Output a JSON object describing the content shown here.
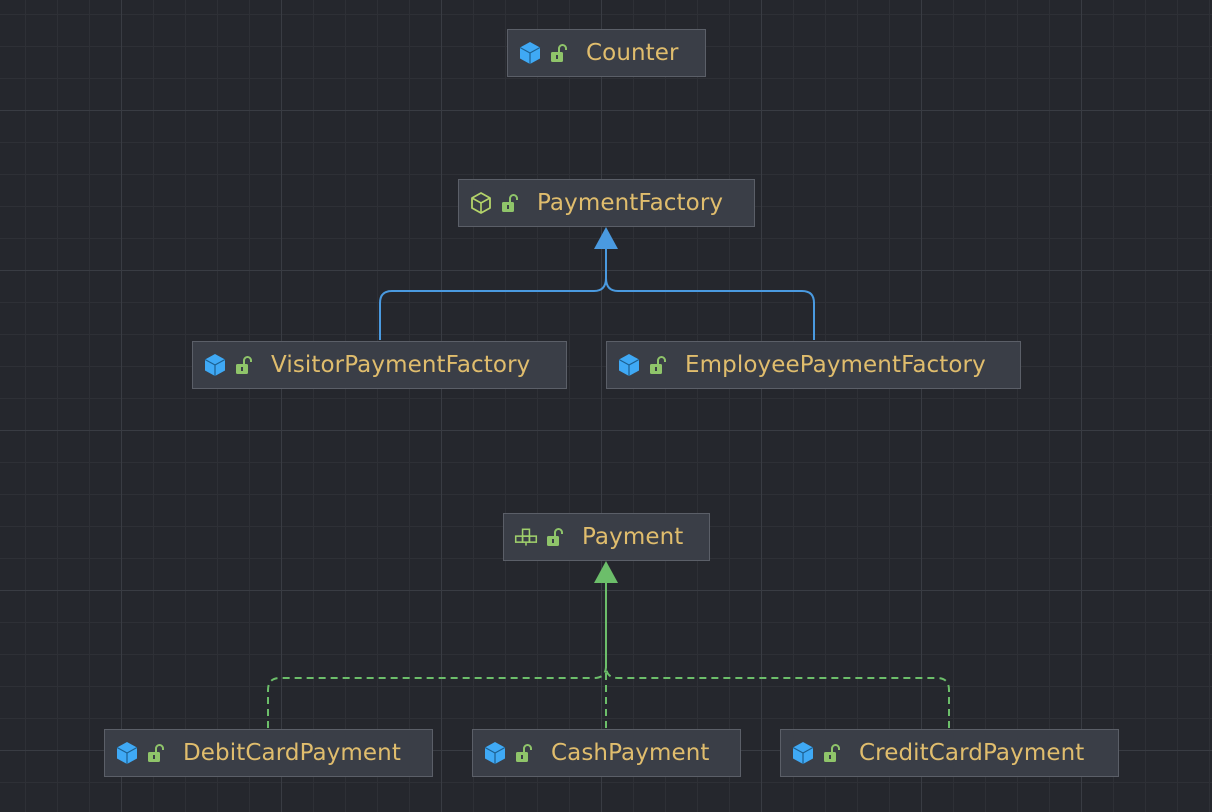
{
  "diagram": {
    "nodes": [
      {
        "id": "counter",
        "label": "Counter",
        "kind": "class-icon",
        "access": "public-lock-icon"
      },
      {
        "id": "payment-factory",
        "label": "PaymentFactory",
        "kind": "abstract-class-icon",
        "access": "public-lock-icon"
      },
      {
        "id": "visitor-payment-factory",
        "label": "VisitorPaymentFactory",
        "kind": "class-icon",
        "access": "public-lock-icon"
      },
      {
        "id": "employee-payment-factory",
        "label": "EmployeePaymentFactory",
        "kind": "class-icon",
        "access": "public-lock-icon"
      },
      {
        "id": "payment",
        "label": "Payment",
        "kind": "interface-icon",
        "access": "public-lock-icon"
      },
      {
        "id": "debit-card-payment",
        "label": "DebitCardPayment",
        "kind": "class-icon",
        "access": "public-lock-icon"
      },
      {
        "id": "cash-payment",
        "label": "CashPayment",
        "kind": "class-icon",
        "access": "public-lock-icon"
      },
      {
        "id": "credit-card-payment",
        "label": "CreditCardPayment",
        "kind": "class-icon",
        "access": "public-lock-icon"
      }
    ],
    "edges": [
      {
        "from": "VisitorPaymentFactory",
        "to": "PaymentFactory",
        "type": "extends"
      },
      {
        "from": "EmployeePaymentFactory",
        "to": "PaymentFactory",
        "type": "extends"
      },
      {
        "from": "DebitCardPayment",
        "to": "Payment",
        "type": "implements"
      },
      {
        "from": "CashPayment",
        "to": "Payment",
        "type": "implements"
      },
      {
        "from": "CreditCardPayment",
        "to": "Payment",
        "type": "implements"
      }
    ],
    "colors": {
      "background": "#25272d",
      "node_fill": "#3a3e47",
      "node_border": "#5b5f68",
      "label": "#e0bd6d",
      "class_icon": "#3fa9f5",
      "abstract_icon": "#b4d46a",
      "interface_icon": "#9fcf6c",
      "lock_icon": "#8fc46a",
      "extends_edge": "#4a9ae0",
      "implements_edge": "#6cbe6a"
    }
  }
}
